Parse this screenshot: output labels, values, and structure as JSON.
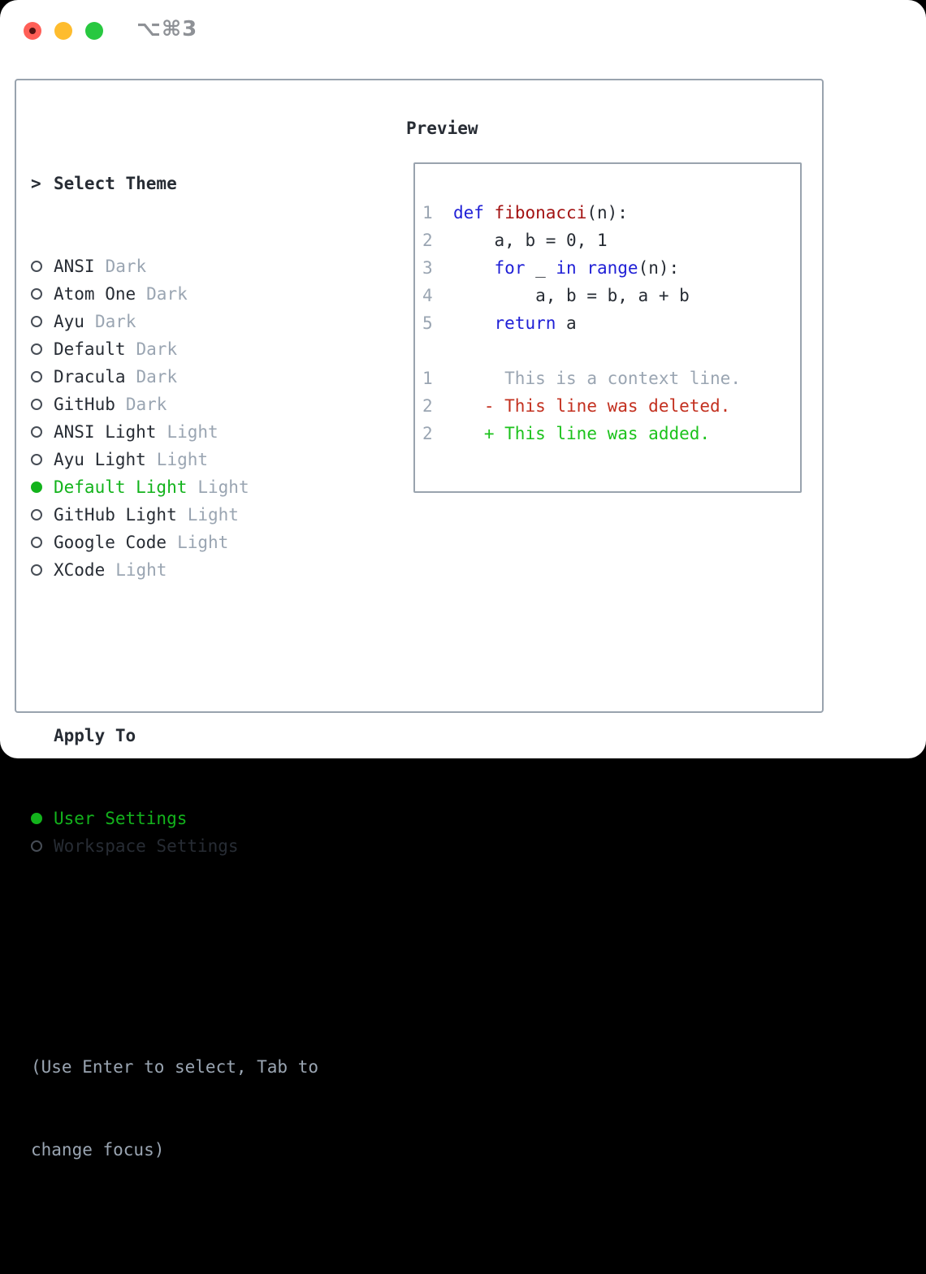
{
  "colors": {
    "window_bg": "#ffffff",
    "border": "#99a3ae",
    "text": "#272c34",
    "muted": "#9aa5b2",
    "green": "#13b31c",
    "keyword": "#1f1fd6",
    "function": "#a31212",
    "deleted": "#c3301f",
    "added": "#1cc21c",
    "title": "#8e9196",
    "light_red": "#ff5f57",
    "light_yellow": "#febc2e",
    "light_green": "#28c840"
  },
  "window": {
    "title": "⌥⌘3"
  },
  "theme_list": {
    "header_prefix": ">",
    "header": "Select Theme",
    "items": [
      {
        "name": "ANSI",
        "variant": "Dark",
        "selected": false
      },
      {
        "name": "Atom One",
        "variant": "Dark",
        "selected": false
      },
      {
        "name": "Ayu",
        "variant": "Dark",
        "selected": false
      },
      {
        "name": "Default",
        "variant": "Dark",
        "selected": false
      },
      {
        "name": "Dracula",
        "variant": "Dark",
        "selected": false
      },
      {
        "name": "GitHub",
        "variant": "Dark",
        "selected": false
      },
      {
        "name": "ANSI Light",
        "variant": "Light",
        "selected": false
      },
      {
        "name": "Ayu Light",
        "variant": "Light",
        "selected": false
      },
      {
        "name": "Default Light",
        "variant": "Light",
        "selected": true
      },
      {
        "name": "GitHub Light",
        "variant": "Light",
        "selected": false
      },
      {
        "name": "Google Code",
        "variant": "Light",
        "selected": false
      },
      {
        "name": "XCode",
        "variant": "Light",
        "selected": false
      }
    ]
  },
  "apply_to": {
    "header": "Apply To",
    "options": [
      {
        "label": "User Settings",
        "selected": true
      },
      {
        "label": "Workspace Settings",
        "selected": false
      }
    ]
  },
  "hint_lines": [
    "(Use Enter to select, Tab to",
    "change focus)"
  ],
  "preview": {
    "header": "Preview",
    "lines": [
      {
        "num": "1",
        "kind": "code",
        "tokens": [
          {
            "t": "def",
            "c": "kw"
          },
          {
            "t": " ",
            "c": "p"
          },
          {
            "t": "fibonacci",
            "c": "fn"
          },
          {
            "t": "(n):",
            "c": "p"
          }
        ]
      },
      {
        "num": "2",
        "kind": "code",
        "tokens": [
          {
            "t": "    a, b = 0, 1",
            "c": "p"
          }
        ]
      },
      {
        "num": "3",
        "kind": "code",
        "tokens": [
          {
            "t": "    ",
            "c": "p"
          },
          {
            "t": "for",
            "c": "kw"
          },
          {
            "t": " _ ",
            "c": "p"
          },
          {
            "t": "in",
            "c": "kw"
          },
          {
            "t": " ",
            "c": "p"
          },
          {
            "t": "range",
            "c": "kw"
          },
          {
            "t": "(n):",
            "c": "p"
          }
        ]
      },
      {
        "num": "4",
        "kind": "code",
        "tokens": [
          {
            "t": "        a, b = b, a + b",
            "c": "p"
          }
        ]
      },
      {
        "num": "5",
        "kind": "code",
        "tokens": [
          {
            "t": "    ",
            "c": "p"
          },
          {
            "t": "return",
            "c": "kw"
          },
          {
            "t": " a",
            "c": "p"
          }
        ]
      },
      {
        "num": "",
        "kind": "blank",
        "tokens": []
      },
      {
        "num": "1",
        "kind": "diff-context",
        "tokens": [
          {
            "t": "     This is a context line.",
            "c": "ctx"
          }
        ]
      },
      {
        "num": "2",
        "kind": "diff-deleted",
        "tokens": [
          {
            "t": "   - This line was deleted.",
            "c": "del"
          }
        ]
      },
      {
        "num": "2",
        "kind": "diff-added",
        "tokens": [
          {
            "t": "   + This line was added.",
            "c": "add"
          }
        ]
      }
    ]
  }
}
